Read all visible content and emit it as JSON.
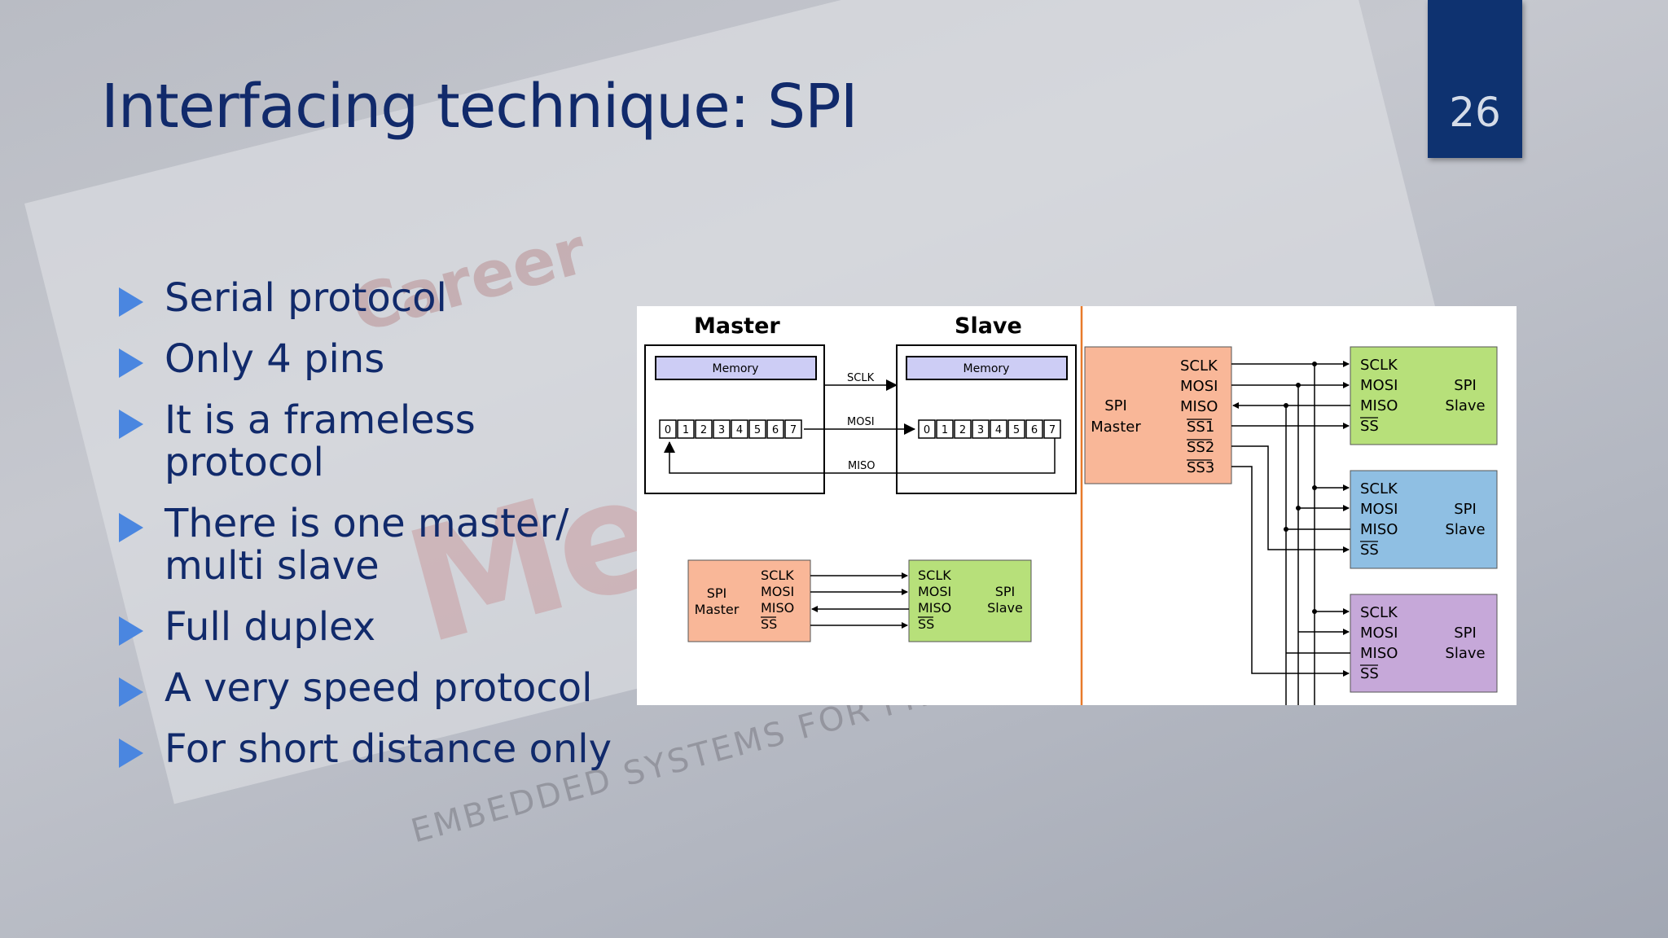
{
  "slide": {
    "title": "Interfacing technique: SPI",
    "page_number": "26"
  },
  "bullets": [
    "Serial  protocol",
    "Only 4 pins",
    "It is a frameless protocol",
    "There is one master/ multi slave",
    "Full duplex",
    "A very speed protocol",
    "For short distance only"
  ],
  "background": {
    "watermark_career": "Career",
    "watermark_big": "Men",
    "tagline": "EMBEDDED SYSTEMS FOR FREE"
  },
  "diagram": {
    "master_heading": "Master",
    "slave_heading": "Slave",
    "memory_label": "Memory",
    "sclk": "SCLK",
    "mosi": "MOSI",
    "miso": "MISO",
    "ss": "SS",
    "ss1": "SS1",
    "ss2": "SS2",
    "ss3": "SS3",
    "spi": "SPI",
    "master": "Master",
    "slave": "Slave",
    "register_bits": [
      "0",
      "1",
      "2",
      "3",
      "4",
      "5",
      "6",
      "7"
    ],
    "colors": {
      "master_fill": "#f9b798",
      "slave_green": "#b7e07a",
      "slave_blue": "#8fbfe3",
      "slave_purple": "#c6a8d9",
      "memory_fill": "#cdcdf5",
      "divider": "#e87a2a"
    }
  }
}
